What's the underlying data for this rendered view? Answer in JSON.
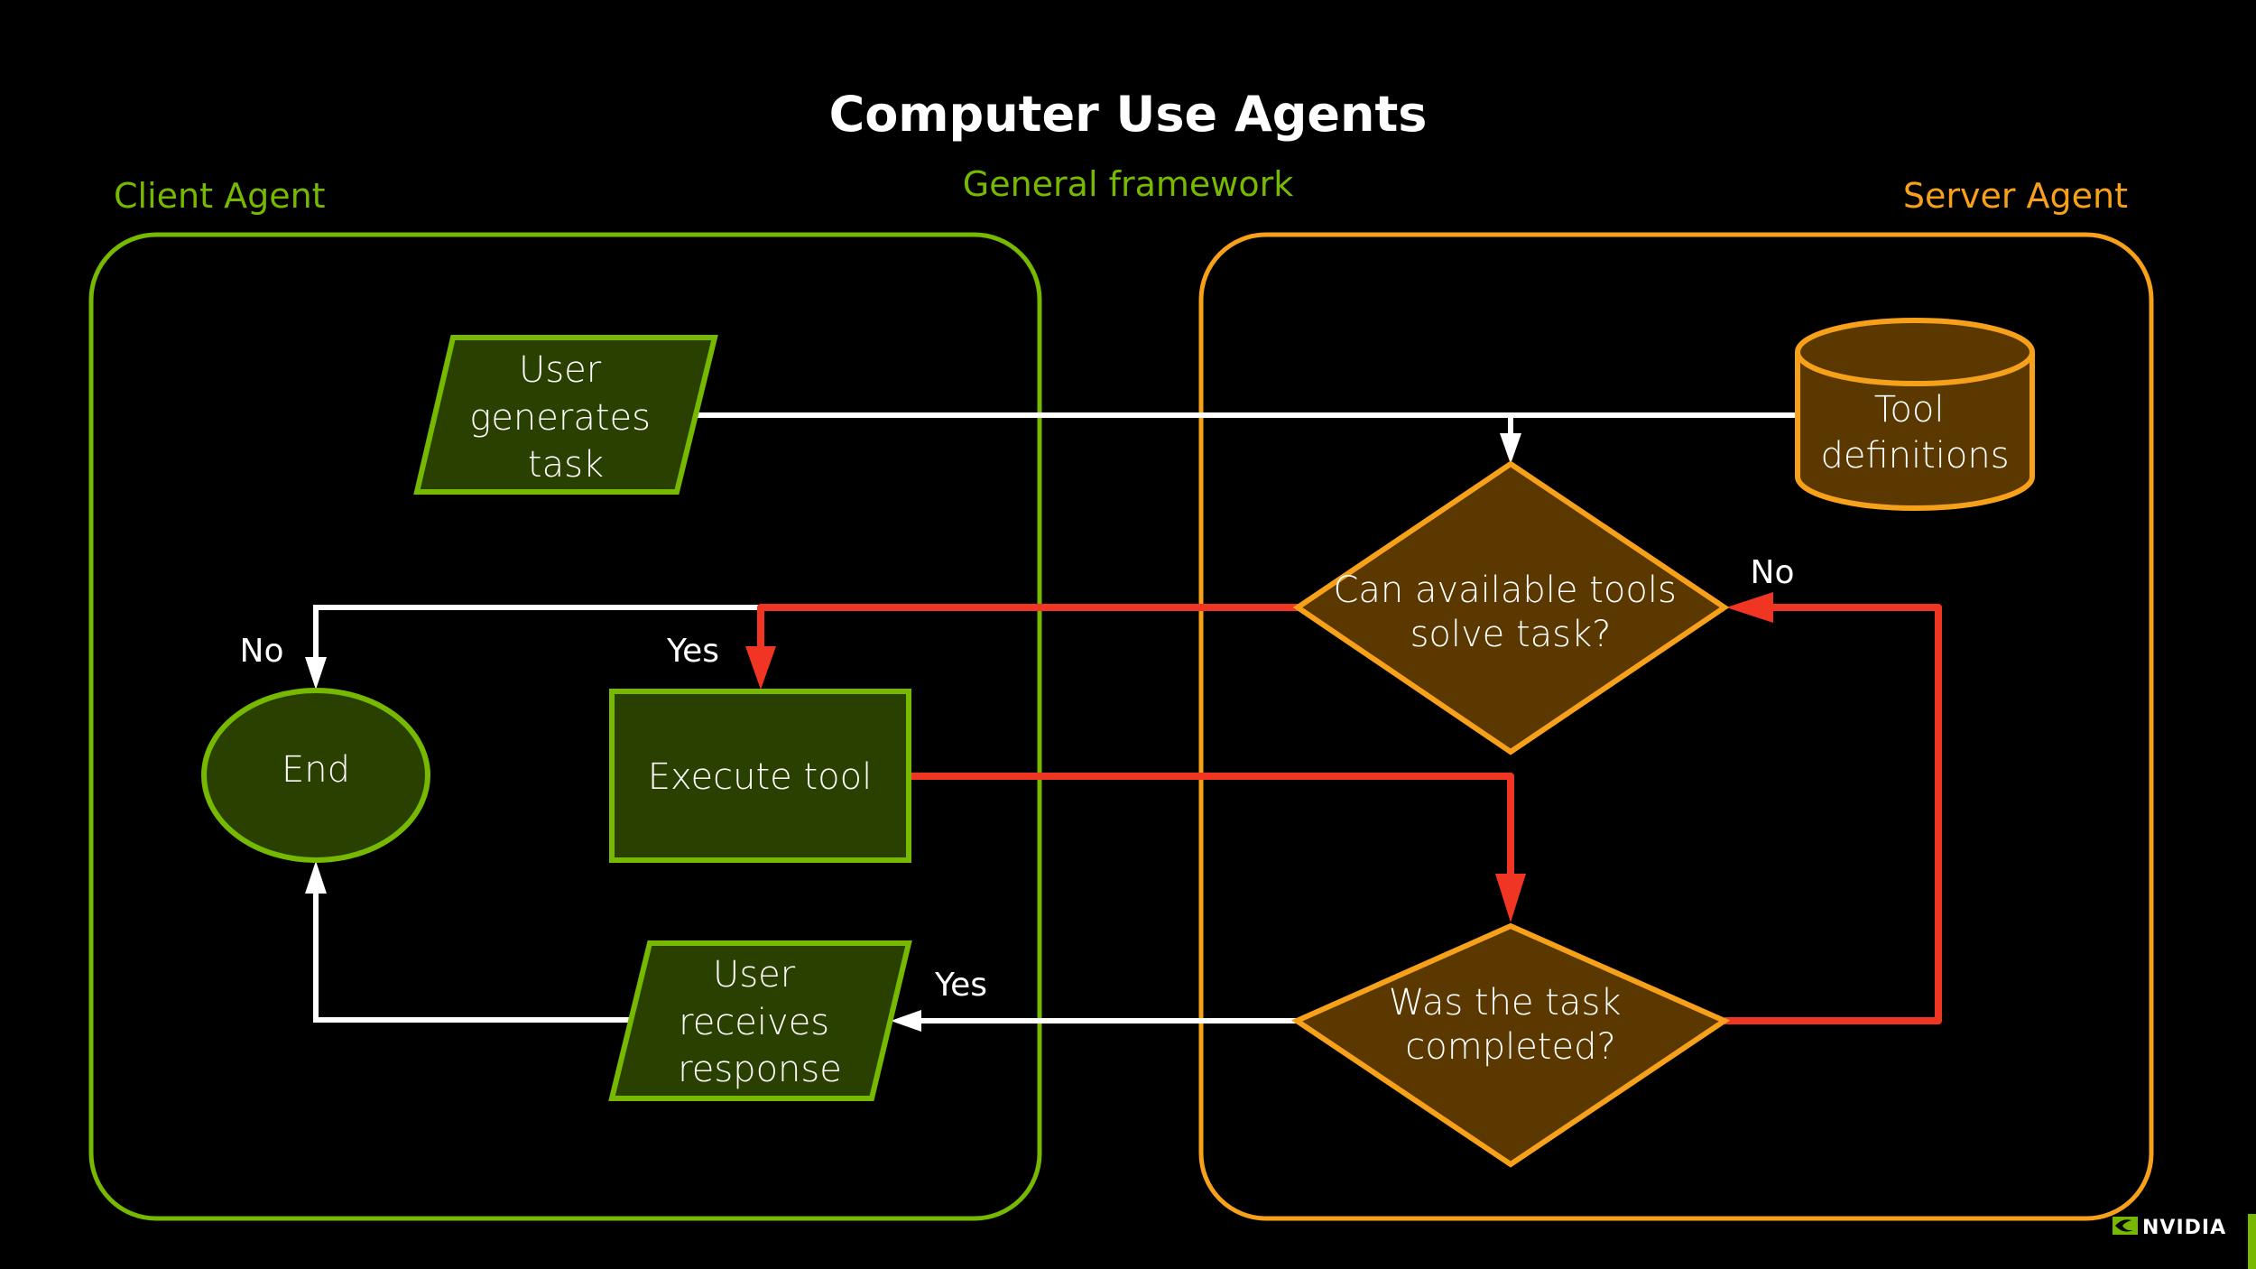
{
  "header": {
    "title": "Computer Use Agents",
    "subtitle": "General framework"
  },
  "lanes": {
    "client": {
      "label": "Client Agent",
      "color": "#76b900"
    },
    "server": {
      "label": "Server Agent",
      "color": "#f7a11a"
    }
  },
  "nodes": {
    "user_generates_task": {
      "shape": "parallelogram",
      "lines": [
        "User",
        "generates",
        "task"
      ]
    },
    "tool_definitions": {
      "shape": "cylinder",
      "lines": [
        "Tool",
        "definitions"
      ]
    },
    "can_tools_solve": {
      "shape": "diamond",
      "lines": [
        "Can available tools",
        "solve task?"
      ]
    },
    "end": {
      "shape": "ellipse",
      "lines": [
        "End"
      ]
    },
    "execute_tool": {
      "shape": "rectangle",
      "lines": [
        "Execute tool"
      ]
    },
    "was_task_completed": {
      "shape": "diamond",
      "lines": [
        "Was the task",
        "completed?"
      ]
    },
    "user_receives_response": {
      "shape": "parallelogram",
      "lines": [
        "User",
        "receives",
        "response"
      ]
    }
  },
  "edges": {
    "task_to_decision": {
      "from": "user_generates_task",
      "to": "can_tools_solve",
      "label": ""
    },
    "tools_to_decision": {
      "from": "tool_definitions",
      "to": "can_tools_solve",
      "label": ""
    },
    "decision_no_end": {
      "from": "can_tools_solve",
      "to": "end",
      "label": "No"
    },
    "decision_yes_execute": {
      "from": "can_tools_solve",
      "to": "execute_tool",
      "label": "Yes"
    },
    "execute_to_completed": {
      "from": "execute_tool",
      "to": "was_task_completed",
      "label": ""
    },
    "completed_no_loop": {
      "from": "was_task_completed",
      "to": "can_tools_solve",
      "label": "No"
    },
    "completed_yes_response": {
      "from": "was_task_completed",
      "to": "user_receives_response",
      "label": "Yes"
    },
    "response_to_end": {
      "from": "user_receives_response",
      "to": "end",
      "label": ""
    }
  },
  "colors": {
    "client_fill": "#2a4000",
    "client_stroke": "#76b900",
    "server_fill": "#5a3800",
    "server_stroke": "#f7a11a",
    "red_path": "#f03523",
    "white_path": "#ffffff",
    "background": "#000000"
  },
  "branding": {
    "logo_text": "NVIDIA",
    "logo_icon": "nvidia-eye-icon"
  }
}
